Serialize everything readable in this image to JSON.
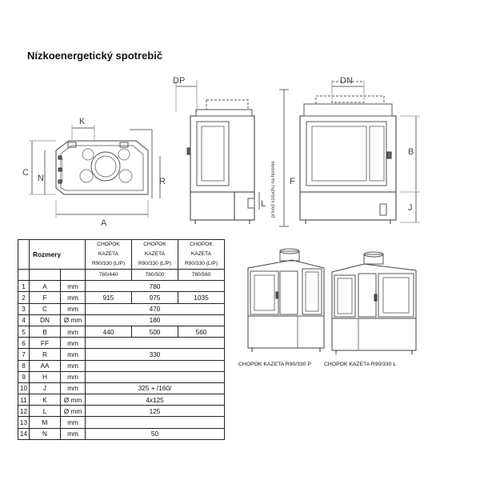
{
  "title": "Nízkoenergetický spotrebič",
  "diagram_labels": {
    "k": "K",
    "c": "C",
    "n": "N",
    "a": "A",
    "r": "R",
    "dp": "DP",
    "l": "L",
    "dn": "DN",
    "b": "B",
    "j": "J",
    "f": "F",
    "air_supply": "prívod vzduchu na horenie"
  },
  "table": {
    "header_label": "Rozmery",
    "columns": [
      {
        "lines": [
          "CHOPOK",
          "KAZETA",
          "R90/330 (L/P)"
        ],
        "sub": "780/440"
      },
      {
        "lines": [
          "CHOPOK",
          "KAZETA",
          "R90/330 (L/P)"
        ],
        "sub": "780/500"
      },
      {
        "lines": [
          "CHOPOK",
          "KAZETA",
          "R90/330 (L/P)"
        ],
        "sub": "780/560"
      }
    ],
    "rows": [
      {
        "num": "1",
        "code": "A",
        "unit": "mm",
        "vals": [
          "780"
        ],
        "merged": true
      },
      {
        "num": "2",
        "code": "F",
        "unit": "mm",
        "vals": [
          "915",
          "975",
          "1035"
        ],
        "merged": false
      },
      {
        "num": "3",
        "code": "C",
        "unit": "mm",
        "vals": [
          "470"
        ],
        "merged": true
      },
      {
        "num": "4",
        "code": "DN",
        "unit": "Ø mm",
        "vals": [
          "180"
        ],
        "merged": true
      },
      {
        "num": "5",
        "code": "B",
        "unit": "mm",
        "vals": [
          "440",
          "500",
          "560"
        ],
        "merged": false
      },
      {
        "num": "6",
        "code": "FF",
        "unit": "mm",
        "vals": [
          ""
        ],
        "merged": true
      },
      {
        "num": "7",
        "code": "R",
        "unit": "mm",
        "vals": [
          "330"
        ],
        "merged": true
      },
      {
        "num": "8",
        "code": "AA",
        "unit": "mm",
        "vals": [
          ""
        ],
        "merged": true
      },
      {
        "num": "9",
        "code": "H",
        "unit": "mm",
        "vals": [
          ""
        ],
        "merged": true
      },
      {
        "num": "10",
        "code": "J",
        "unit": "mm",
        "vals": [
          "325 + /160/"
        ],
        "merged": true
      },
      {
        "num": "11",
        "code": "K",
        "unit": "Ø mm",
        "vals": [
          "4x125"
        ],
        "merged": true
      },
      {
        "num": "12",
        "code": "L",
        "unit": "Ø mm",
        "vals": [
          "125"
        ],
        "merged": true
      },
      {
        "num": "13",
        "code": "M",
        "unit": "mm",
        "vals": [
          ""
        ],
        "merged": true
      },
      {
        "num": "14",
        "code": "N",
        "unit": "mm",
        "vals": [
          "50"
        ],
        "merged": true
      }
    ]
  },
  "captions": {
    "right": "CHOPOK KAZETA R90/330 P",
    "left": "CHOPOK KAZETA R90/330 L"
  }
}
